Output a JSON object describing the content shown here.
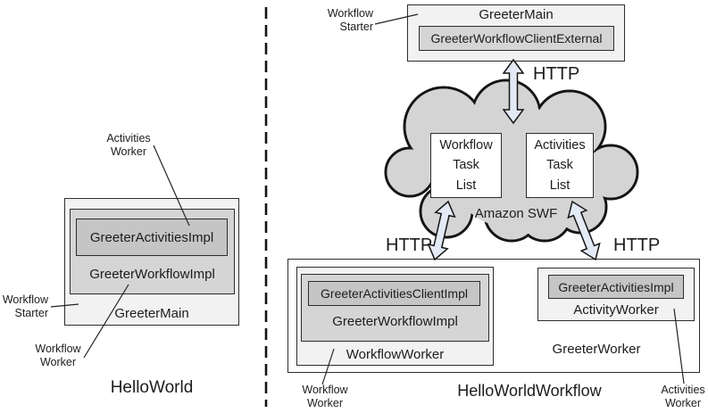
{
  "left_panel": {
    "caption": "HelloWorld",
    "label_activities_worker": "Activities\nWorker",
    "label_workflow_starter": "Workflow\nStarter",
    "label_workflow_worker": "Workflow\nWorker",
    "outer_box": "GreeterMain",
    "middle_box": "GreeterWorkflowImpl",
    "inner_box": "GreeterActivitiesImpl"
  },
  "right_panel": {
    "caption": "HelloWorldWorkflow",
    "starter": {
      "label": "Workflow\nStarter",
      "outer_box": "GreeterMain",
      "inner_box": "GreeterWorkflowClientExternal"
    },
    "http_top": "HTTP",
    "http_left": "HTTP",
    "http_right": "HTTP",
    "cloud": {
      "name": "Amazon SWF",
      "workflow_task_list": "Workflow\nTask\nList",
      "activities_task_list": "Activities\nTask\nList"
    },
    "workflow_worker_group": {
      "container_box": "WorkflowWorker",
      "middle_box": "GreeterWorkflowImpl",
      "inner_box": "GreeterActivitiesClientImpl",
      "label": "Workflow\nWorker"
    },
    "activities_worker_group": {
      "container_text": "GreeterWorker",
      "worker_box": "ActivityWorker",
      "inner_box": "GreeterActivitiesImpl",
      "label": "Activities\nWorker"
    }
  },
  "colors": {
    "box_outer": "#f2f2f2",
    "box_mid": "#d5d5d5",
    "box_dark": "#c5c5c5",
    "cloud_fill": "#d4d4d4",
    "arrow_fill": "#e3eaf6",
    "line": "#1c1c1c"
  }
}
